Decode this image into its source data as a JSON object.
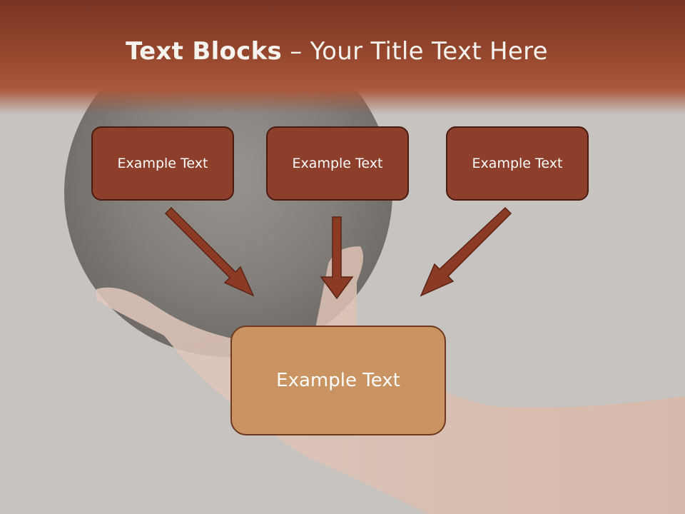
{
  "slide": {
    "title_bold": "Text Blocks",
    "title_dash": " – ",
    "title_rest": "Your Title Text Here"
  },
  "blocks": {
    "top": [
      "Example Text",
      "Example Text",
      "Example Text"
    ],
    "bottom": "Example Text"
  },
  "colors": {
    "header": "#8a3f28",
    "block_fill": "#8d3f2b",
    "block_border": "#4a1b10",
    "target_fill": "#c99462",
    "arrow": "#8a3a25"
  }
}
